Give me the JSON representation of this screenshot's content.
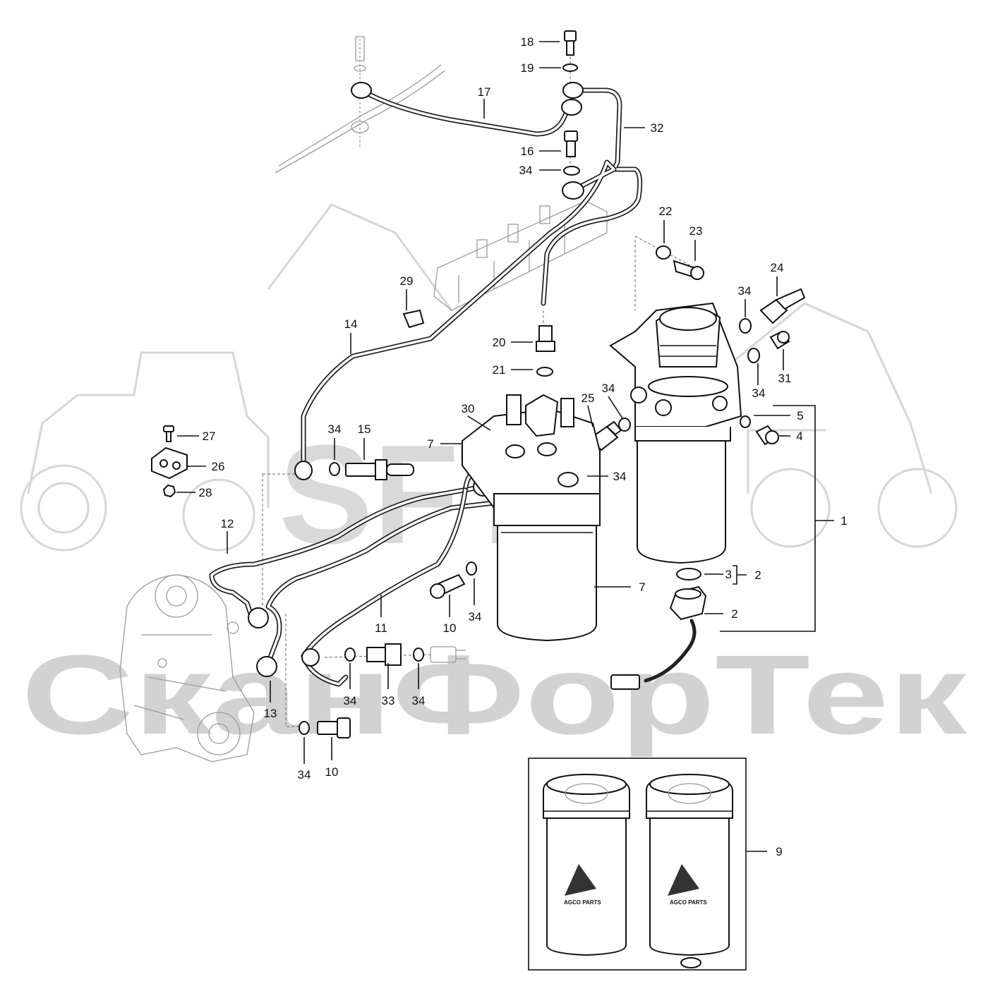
{
  "watermark": {
    "logo_text": "SFT",
    "company_text": "СканФорТек"
  },
  "parts_box": {
    "filter_brand": "AGCO PARTS"
  },
  "callouts": [
    {
      "id": "c18",
      "label": "18"
    },
    {
      "id": "c19",
      "label": "19"
    },
    {
      "id": "c17",
      "label": "17"
    },
    {
      "id": "c32",
      "label": "32"
    },
    {
      "id": "c16",
      "label": "16"
    },
    {
      "id": "c34a",
      "label": "34"
    },
    {
      "id": "c22",
      "label": "22"
    },
    {
      "id": "c23",
      "label": "23"
    },
    {
      "id": "c24",
      "label": "24"
    },
    {
      "id": "c34b",
      "label": "34"
    },
    {
      "id": "c31",
      "label": "31"
    },
    {
      "id": "c34c",
      "label": "34"
    },
    {
      "id": "c29",
      "label": "29"
    },
    {
      "id": "c14",
      "label": "14"
    },
    {
      "id": "c20",
      "label": "20"
    },
    {
      "id": "c21",
      "label": "21"
    },
    {
      "id": "c30",
      "label": "30"
    },
    {
      "id": "c25",
      "label": "25"
    },
    {
      "id": "c34d",
      "label": "34"
    },
    {
      "id": "c5",
      "label": "5"
    },
    {
      "id": "c4",
      "label": "4"
    },
    {
      "id": "c27",
      "label": "27"
    },
    {
      "id": "c26",
      "label": "26"
    },
    {
      "id": "c28",
      "label": "28"
    },
    {
      "id": "c34e",
      "label": "34"
    },
    {
      "id": "c15",
      "label": "15"
    },
    {
      "id": "c7a",
      "label": "7"
    },
    {
      "id": "c34f",
      "label": "34"
    },
    {
      "id": "c1",
      "label": "1"
    },
    {
      "id": "c12",
      "label": "12"
    },
    {
      "id": "c3",
      "label": "3"
    },
    {
      "id": "c2a",
      "label": "2"
    },
    {
      "id": "c7b",
      "label": "7"
    },
    {
      "id": "c2b",
      "label": "2"
    },
    {
      "id": "c10a",
      "label": "10"
    },
    {
      "id": "c34g",
      "label": "34"
    },
    {
      "id": "c11",
      "label": "11"
    },
    {
      "id": "c34h",
      "label": "34"
    },
    {
      "id": "c33",
      "label": "33"
    },
    {
      "id": "c34i",
      "label": "34"
    },
    {
      "id": "c13",
      "label": "13"
    },
    {
      "id": "c34j",
      "label": "34"
    },
    {
      "id": "c10b",
      "label": "10"
    },
    {
      "id": "c9",
      "label": "9"
    }
  ]
}
